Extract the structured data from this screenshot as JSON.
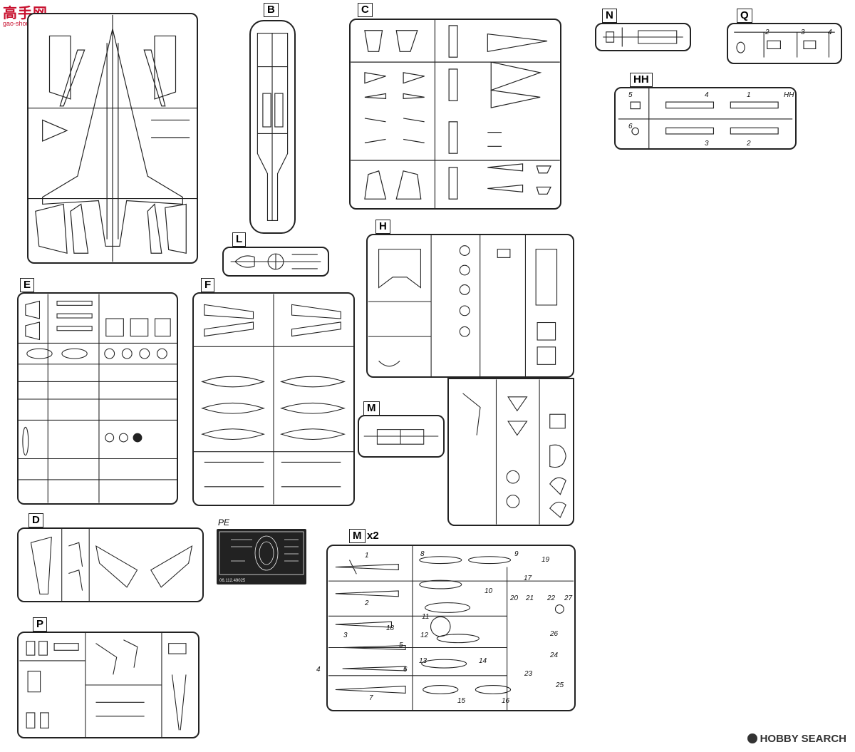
{
  "watermark_top": {
    "main": "高手网",
    "sub": "gao-shou.com"
  },
  "watermark_bottom": {
    "text": "HOBBY SEARCH"
  },
  "sprues": {
    "B": "B",
    "C": "C",
    "N": "N",
    "Q": "Q",
    "HH": "HH",
    "L": "L",
    "E": "E",
    "F": "F",
    "H": "H",
    "M": "M",
    "D": "D",
    "PE": "PE",
    "P": "P",
    "M2": "M",
    "M2_mult": "x2"
  },
  "hh_numbers": [
    "5",
    "4",
    "1",
    "HH",
    "6",
    "3",
    "2"
  ],
  "q_numbers": [
    "2",
    "3",
    "4"
  ],
  "m2_numbers": [
    "1",
    "2",
    "3",
    "4",
    "5",
    "6",
    "7",
    "8",
    "9",
    "10",
    "11",
    "12",
    "13",
    "14",
    "15",
    "16",
    "17",
    "18",
    "19",
    "20",
    "21",
    "22",
    "23",
    "24",
    "25",
    "26",
    "27"
  ],
  "pe_code": "06.112.49025"
}
